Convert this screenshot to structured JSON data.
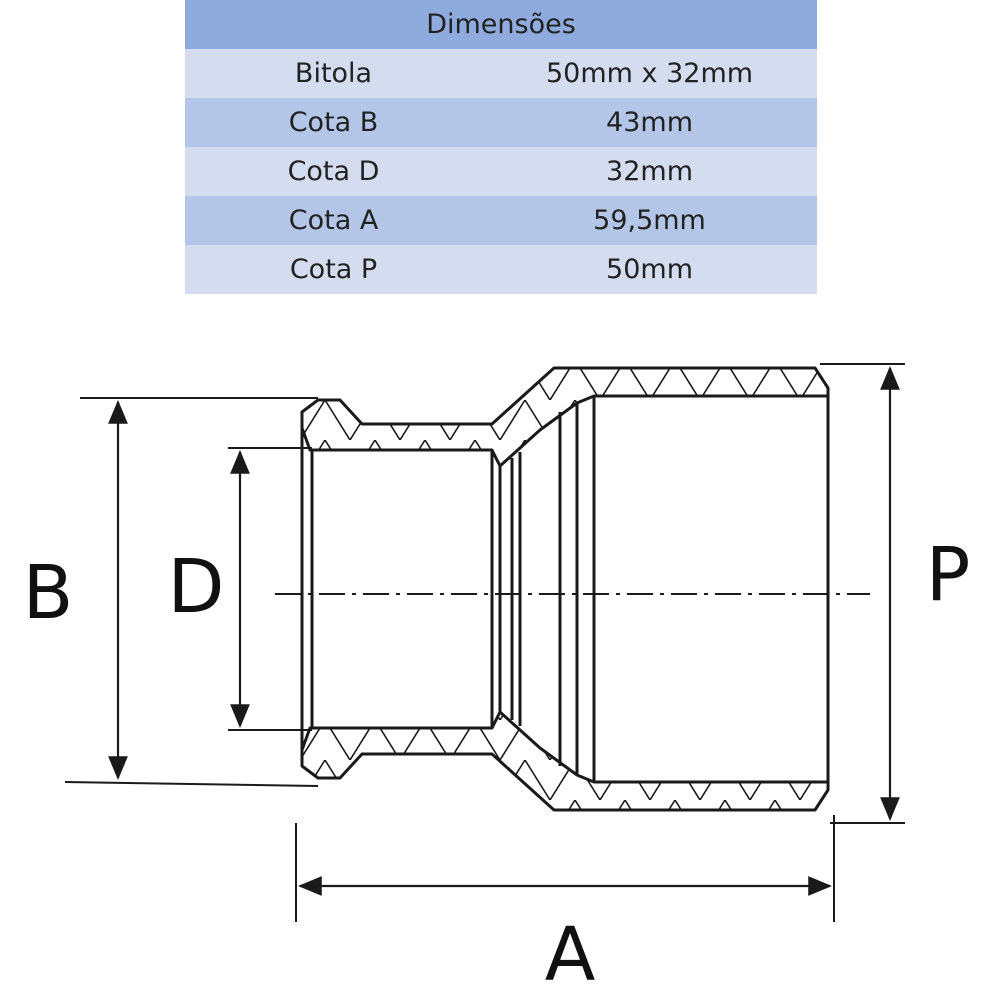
{
  "table": {
    "header": "Dimensões",
    "rows": [
      {
        "label": "Bitola",
        "value": "50mm x 32mm"
      },
      {
        "label": "Cota B",
        "value": "43mm"
      },
      {
        "label": "Cota D",
        "value": "32mm"
      },
      {
        "label": "Cota A",
        "value": "59,5mm"
      },
      {
        "label": "Cota P",
        "value": "50mm"
      }
    ]
  },
  "drawing": {
    "labels": {
      "b": "B",
      "d": "D",
      "p": "P",
      "a": "A"
    }
  },
  "colors": {
    "header_bg": "#8fabde",
    "row_light": "#d4dcef",
    "row_dark": "#b3c6e7",
    "line": "#1a1a1a"
  }
}
